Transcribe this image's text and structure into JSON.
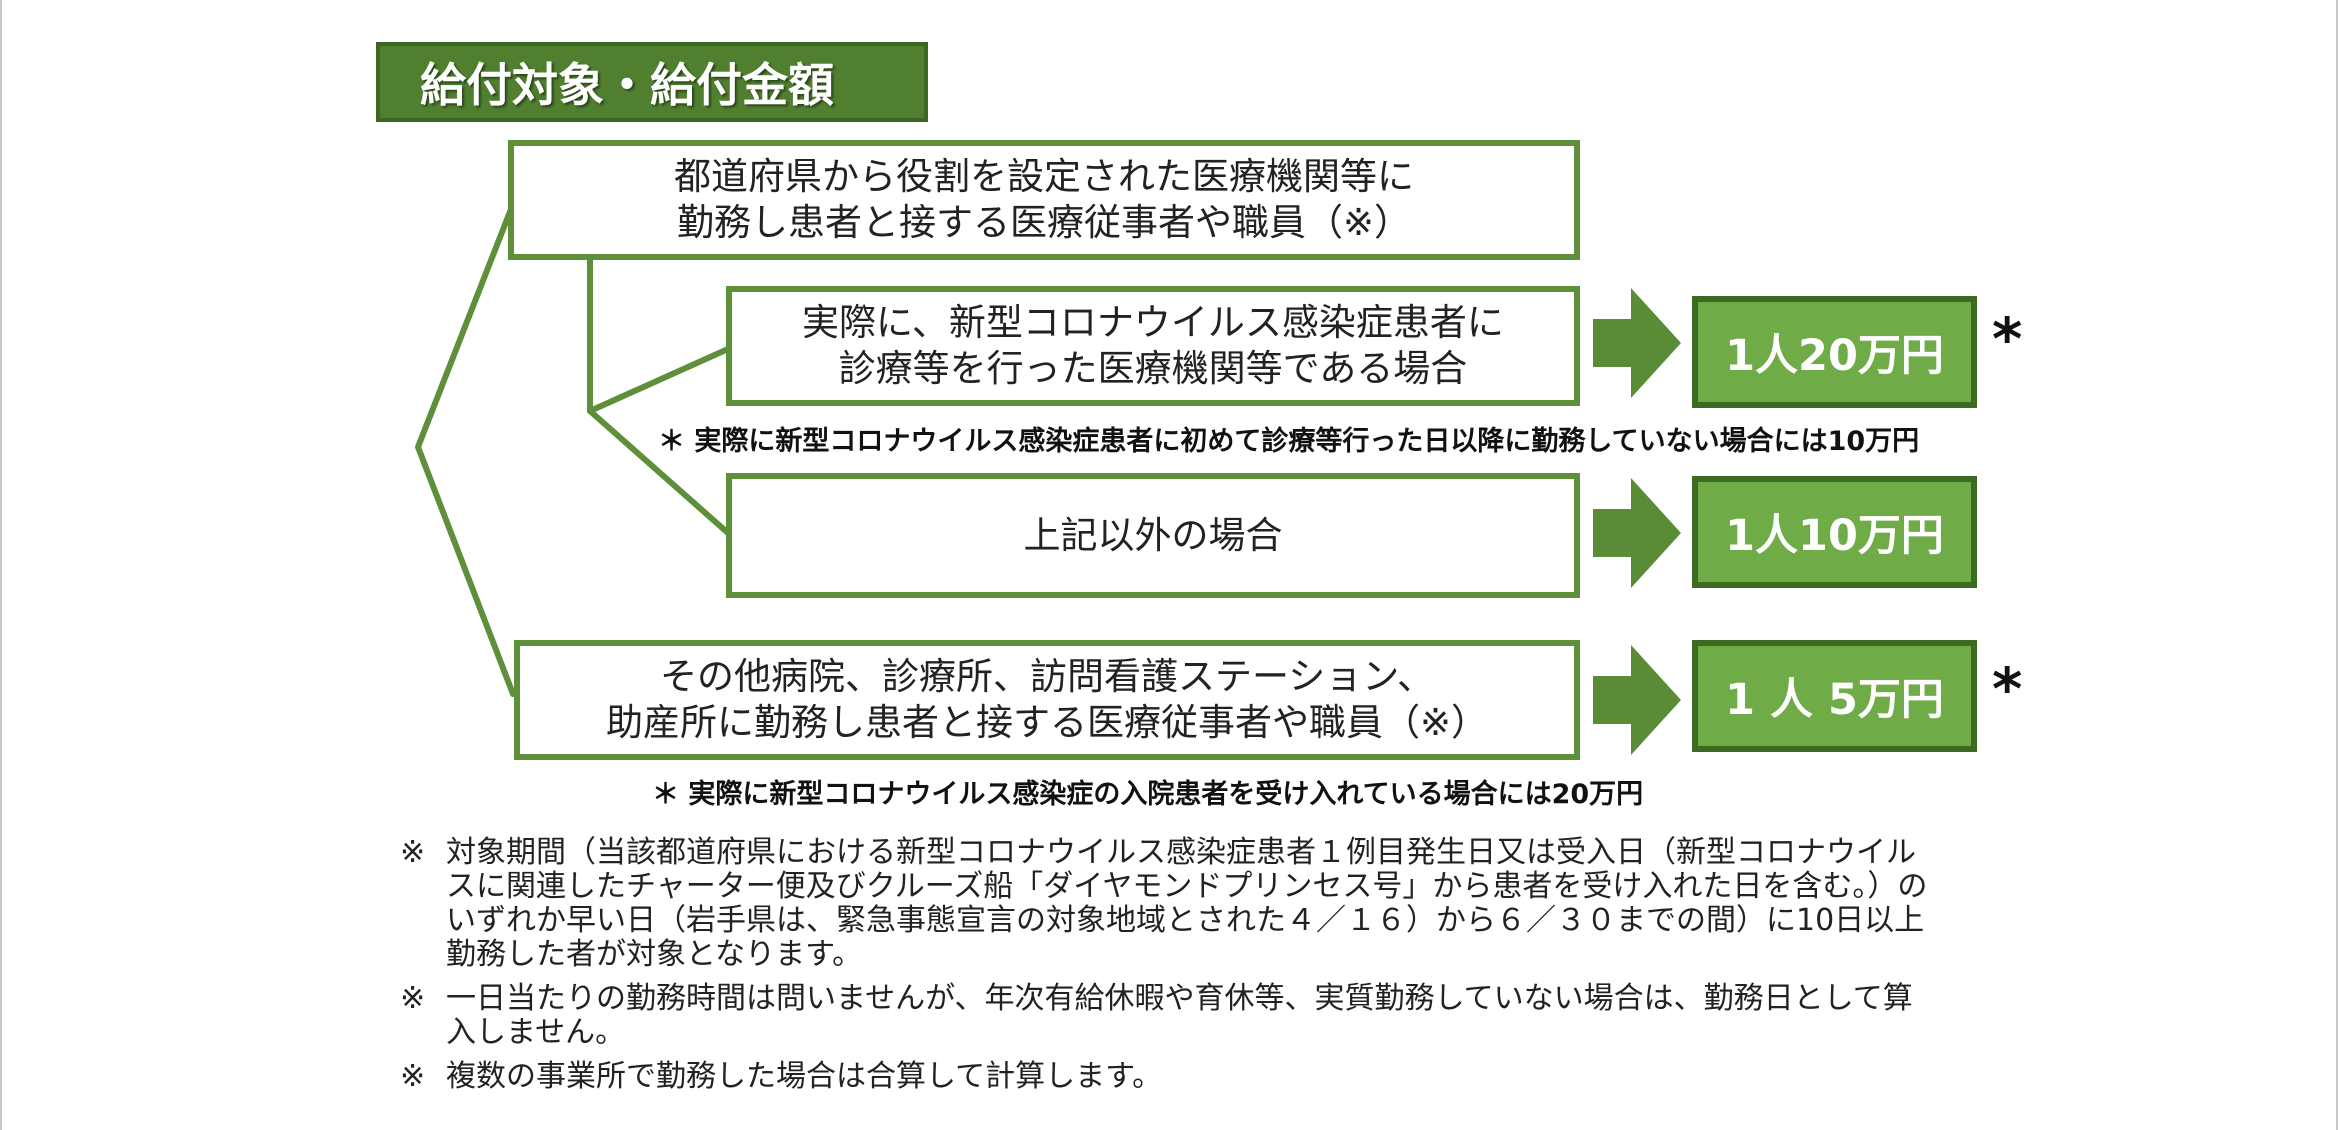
{
  "title": "給付対象・給付金額",
  "boxes": {
    "top": {
      "line1": "都道府県から役割を設定された医療機関等に",
      "line2": "勤務し患者と接する医療従事者や職員（※）"
    },
    "actual": {
      "line1": "実際に、新型コロナウイルス感染症患者に",
      "line2": "診療等を行った医療機関等である場合"
    },
    "other": {
      "line1": "上記以外の場合"
    },
    "bottom": {
      "line1": "その他病院、診療所、訪問看護ステーション、",
      "line2": "助産所に勤務し患者と接する医療従事者や職員（※）"
    }
  },
  "amounts": {
    "a1": "1人20万円",
    "a2": "1人10万円",
    "a3": "1 人 5万円"
  },
  "star": "*",
  "notes": {
    "n1": "＊ 実際に新型コロナウイルス感染症患者に初めて診療等行った日以降に勤務していない場合には10万円",
    "n2": "＊ 実際に新型コロナウイルス感染症の入院患者を受け入れている場合には20万円"
  },
  "footer": {
    "mark": "※",
    "f1": {
      "line1": "対象期間（当該都道府県における新型コロナウイルス感染症患者１例目発生日又は受入日（新型コロナウイル",
      "line2": "スに関連したチャーター便及びクルーズ船「ダイヤモンドプリンセス号」から患者を受け入れた日を含む。）の",
      "line3": "いずれか早い日（岩手県は、緊急事態宣言の対象地域とされた４／１６）から６／３０までの間）に10日以上",
      "line4": "勤務した者が対象となります。"
    },
    "f2": {
      "line1": "一日当たりの勤務時間は問いませんが、年次有給休暇や育休等、実質勤務していない場合は、勤務日として算",
      "line2": "入しません。"
    },
    "f3": {
      "line1": "複数の事業所で勤務した場合は合算して計算します。"
    }
  },
  "colors": {
    "title_bg": "#4f7f2f",
    "box_border": "#5e8f3a",
    "amount_bg": "#6fab46",
    "amount_border": "#3c6a20",
    "arrow": "#5a8b36"
  }
}
